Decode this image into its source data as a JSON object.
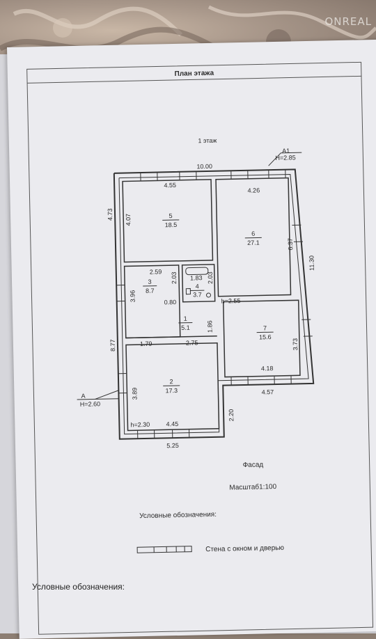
{
  "header": {
    "title": "План этажа"
  },
  "floor_label": "1 этаж",
  "markers": [
    {
      "id": "A1",
      "label": "A1",
      "height": "H=2.85"
    },
    {
      "id": "A",
      "label": "A",
      "height": "H=2.60"
    }
  ],
  "overall_dims": {
    "top": "10.00",
    "right": "11.30",
    "left_upper": "4.73",
    "left_lower": "8.77",
    "bottom": "5.25",
    "step": "2.20",
    "right_bottom": "4.57"
  },
  "rooms": [
    {
      "no": "5",
      "area": "18.5",
      "dims": [
        "4.55",
        "4.07",
        "2.59"
      ]
    },
    {
      "no": "6",
      "area": "27.1",
      "dims": [
        "4.26",
        "6.37"
      ],
      "ceiling": "h=2.55"
    },
    {
      "no": "3",
      "area": "8.7",
      "dims": [
        "3.96",
        "2.03",
        "0.80"
      ]
    },
    {
      "no": "4",
      "area": "3.7",
      "dims": [
        "1.83",
        "2.03"
      ]
    },
    {
      "no": "1",
      "area": "5.1",
      "dims": [
        "1.79",
        "2.75",
        "1.86"
      ]
    },
    {
      "no": "7",
      "area": "15.6",
      "dims": [
        "3.73",
        "4.18"
      ]
    },
    {
      "no": "2",
      "area": "17.3",
      "dims": [
        "3.89",
        "4.45"
      ],
      "ceiling": "h=2.30"
    }
  ],
  "footer": {
    "facade": "Фасад",
    "scale": "Масштаб1:100",
    "legend_title": "Условные обозначения:",
    "legend_item": "Стена с окном и дверью",
    "legend_bottom": "Условные обозначения:"
  },
  "watermark": "ONREAL"
}
